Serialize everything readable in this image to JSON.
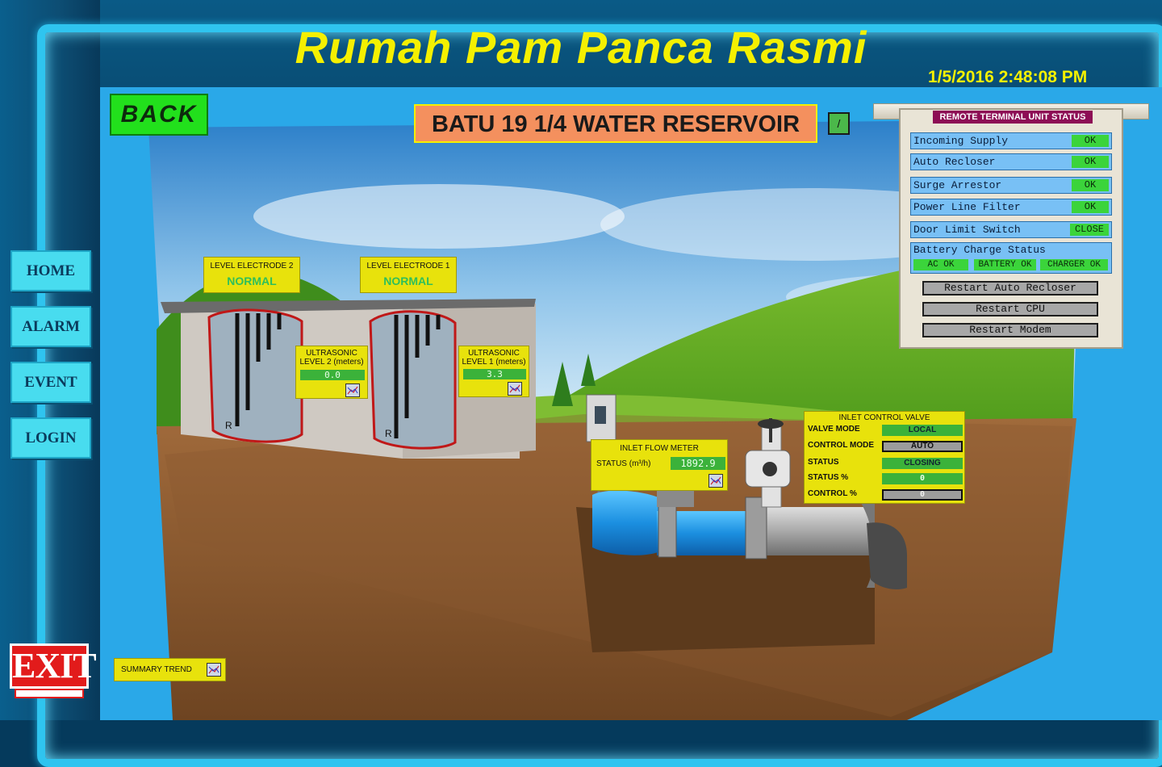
{
  "app": {
    "title": "Rumah Pam Panca Rasmi",
    "datetime": "1/5/2016 2:48:08 PM"
  },
  "nav": {
    "home": "HOME",
    "alarm": "ALARM",
    "event": "EVENT",
    "login": "LOGIN",
    "exit": "EXIT"
  },
  "header": {
    "back": "BACK",
    "reservoir": "BATU 19 1/4 WATER RESERVOIR",
    "slash": "/"
  },
  "rtu": {
    "title": "REMOTE TERMINAL UNIT STATUS",
    "rows": [
      {
        "label": "Incoming Supply",
        "value": "OK"
      },
      {
        "label": "Auto Recloser",
        "value": "OK"
      },
      {
        "label": "Surge Arrestor",
        "value": "OK"
      },
      {
        "label": "Power Line Filter",
        "value": "OK"
      },
      {
        "label": "Door Limit Switch",
        "value": "CLOSE"
      }
    ],
    "battery": {
      "label": "Battery Charge Status",
      "ac": "AC OK",
      "battery": "BATTERY OK",
      "charger": "CHARGER OK"
    },
    "buttons": [
      "Restart Auto Recloser",
      "Restart CPU",
      "Restart Modem"
    ]
  },
  "electrodes": [
    {
      "label": "LEVEL ELECTRODE 2",
      "status": "NORMAL"
    },
    {
      "label": "LEVEL ELECTRODE 1",
      "status": "NORMAL"
    }
  ],
  "ultrasonic": [
    {
      "label": "ULTRASONIC LEVEL 2  (meters)",
      "value": "0.0"
    },
    {
      "label": "ULTRASONIC LEVEL 1 (meters)",
      "value": "3.3"
    }
  ],
  "tank_marks": [
    "R",
    "R"
  ],
  "flow_meter": {
    "title": "INLET FLOW METER",
    "status_label": "STATUS (m³/h)",
    "value": "1892.9"
  },
  "valve": {
    "title": "INLET CONTROL VALVE",
    "rows": [
      {
        "label": "VALVE MODE",
        "value": "LOCAL"
      },
      {
        "label": "CONTROL MODE",
        "value": "AUTO"
      },
      {
        "label": "STATUS",
        "value": "CLOSING"
      },
      {
        "label": "STATUS %",
        "value": "0"
      },
      {
        "label": "CONTROL %",
        "value": "0"
      }
    ]
  },
  "summary": {
    "label": "SUMMARY TREND"
  },
  "colors": {
    "title_yellow": "#f5f000",
    "ok_green": "#3bd43b",
    "panel_yellow": "#e8e20c",
    "reservoir_orange": "#f4905e",
    "sky": "#2aa8e8"
  }
}
